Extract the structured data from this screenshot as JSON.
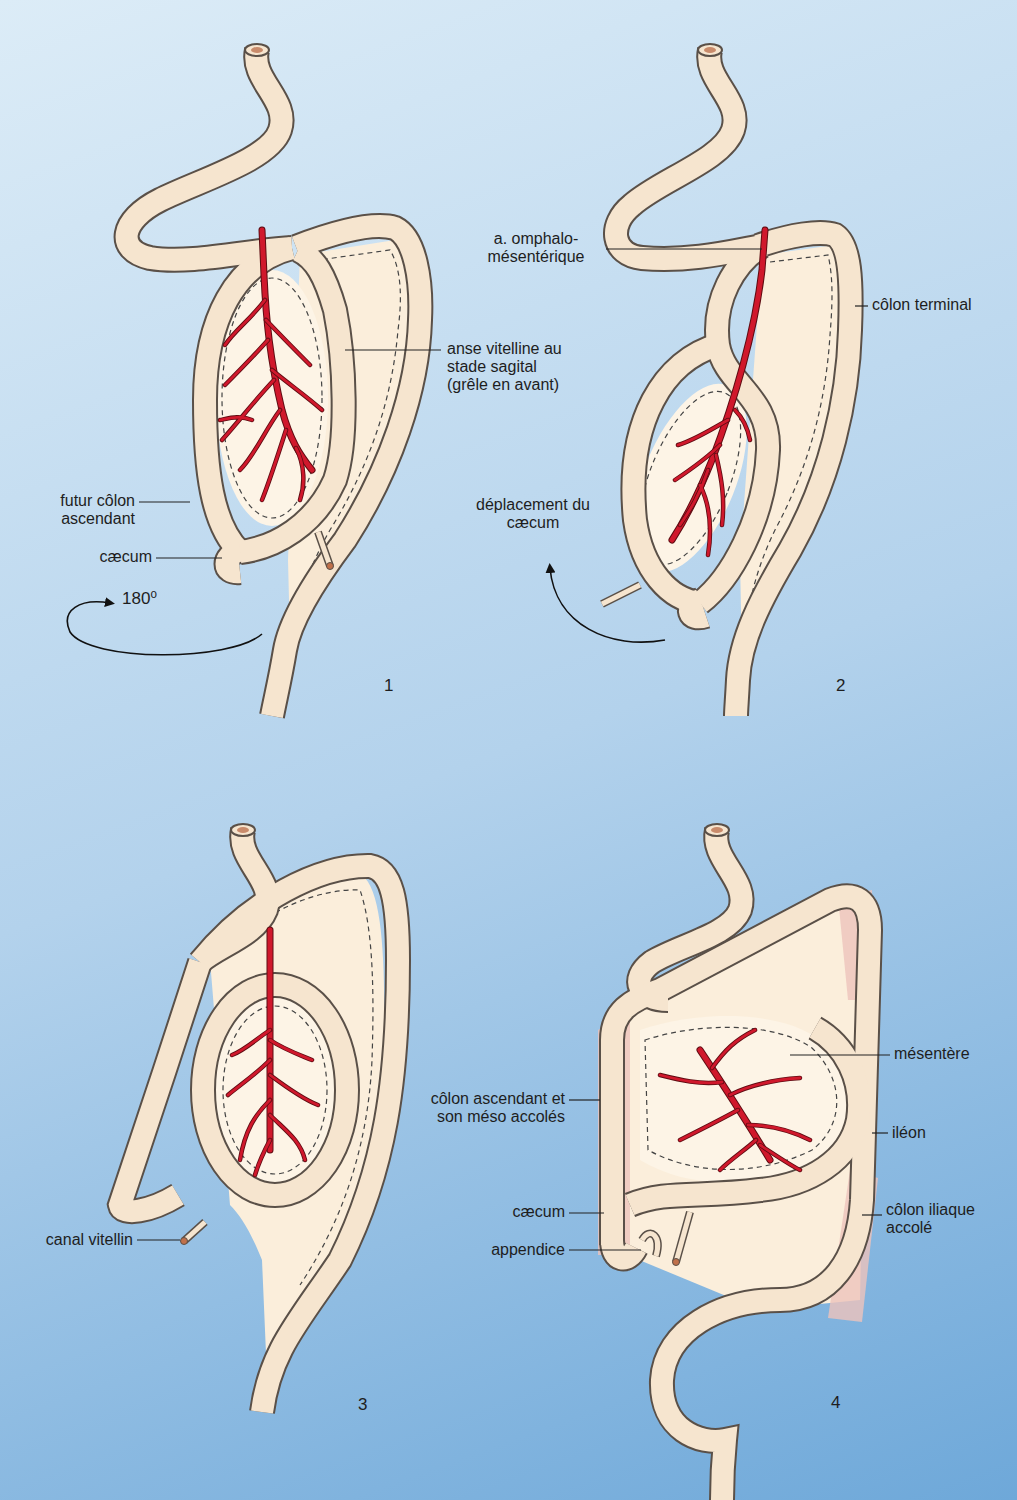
{
  "diagram": {
    "labels": [
      "anse vitelline au stade sagital (grêle en avant)",
      "futur côlon ascendant",
      "cæcum",
      "180⁰",
      "1",
      "a. omphalo-mésentérique",
      "côlon terminal",
      "déplacement du cæcum",
      "2",
      "canal vitellin",
      "3",
      "mésentère",
      "côlon ascendant et son méso accolés",
      "iléon",
      "cæcum",
      "appendice",
      "côlon iliaque accolé",
      "4"
    ]
  }
}
